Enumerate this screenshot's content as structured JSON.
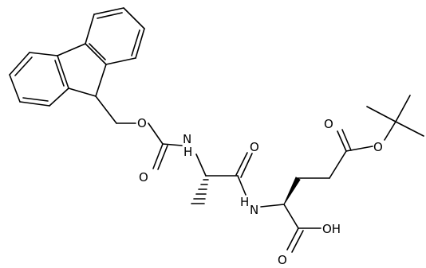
{
  "atoms": {
    "ester_oxygen": "O",
    "carbonyl_oxygen_fmoc": "O",
    "nh_ala": "N",
    "h_ala": "H",
    "carbonyl_oxygen_ala": "O",
    "nh_glu": "N",
    "h_glu": "H",
    "carbonyl_oxygen_tbu": "O",
    "ester_oxygen_tbu": "O",
    "oh_acid": "OH",
    "carbonyl_oxygen_acid": "O"
  }
}
